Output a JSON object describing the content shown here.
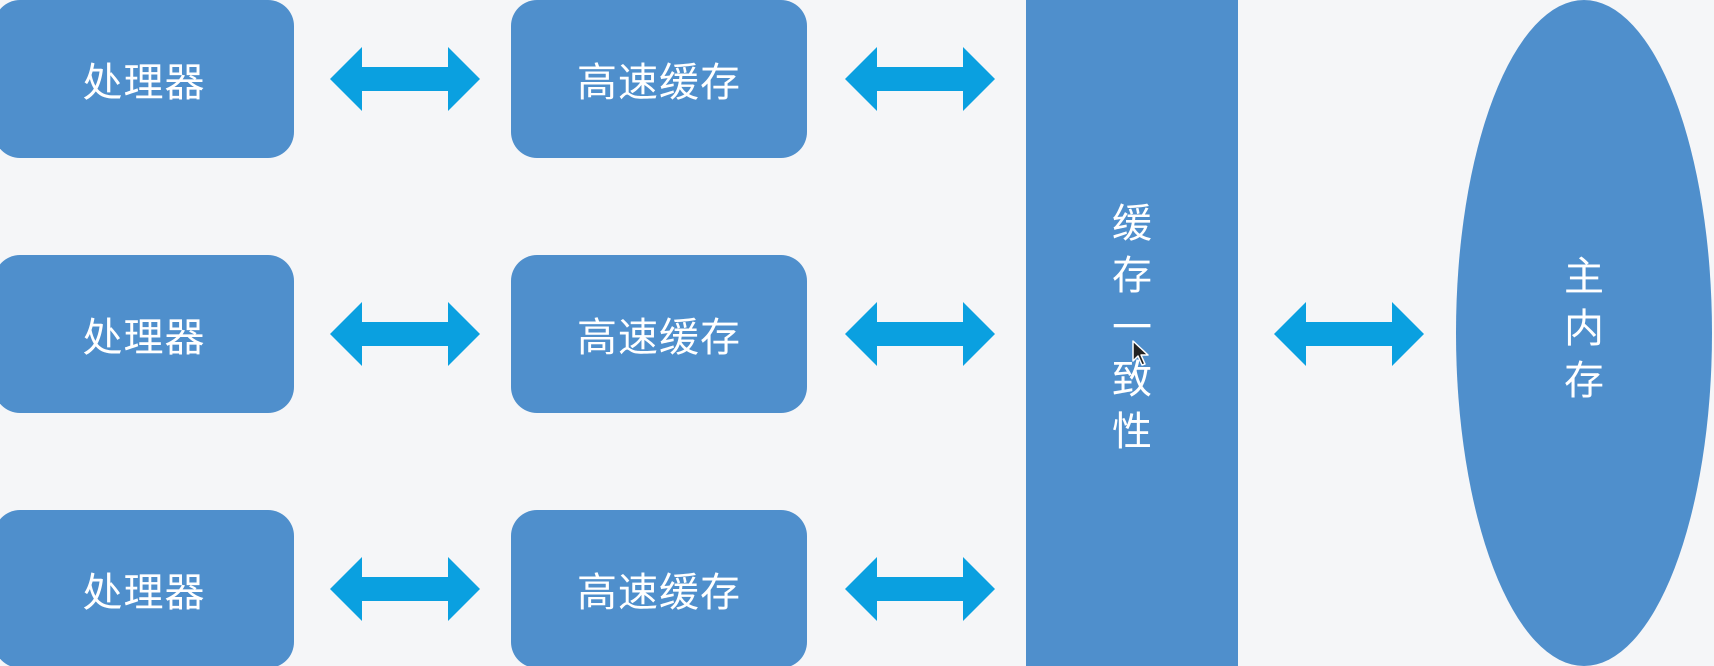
{
  "processors": [
    {
      "label": "处理器"
    },
    {
      "label": "处理器"
    },
    {
      "label": "处理器"
    }
  ],
  "caches": [
    {
      "label": "高速缓存"
    },
    {
      "label": "高速缓存"
    },
    {
      "label": "高速缓存"
    }
  ],
  "coherence": {
    "label": "缓存一致性"
  },
  "memory": {
    "label": "主内存"
  },
  "colors": {
    "box": "#4f8fcc",
    "arrow": "#0aa0e0",
    "background": "#f5f6f8",
    "text": "#ffffff"
  }
}
